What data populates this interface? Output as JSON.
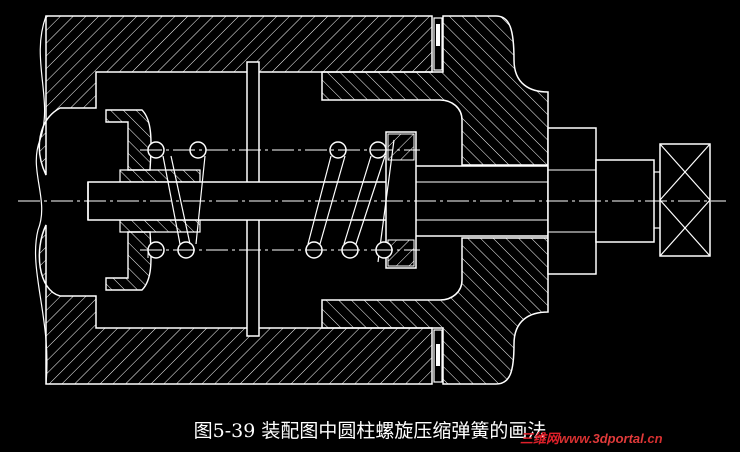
{
  "caption": "图5-39  装配图中圆柱螺旋压缩弹簧的画法",
  "watermark": {
    "brand": "三维网",
    "domain_prefix": "www.",
    "domain_main": "3dportal",
    "domain_suffix": ".cn"
  },
  "colors": {
    "background": "#000000",
    "line": "#ffffff",
    "centerline": "#ffffff",
    "watermark": "#e0202a"
  }
}
